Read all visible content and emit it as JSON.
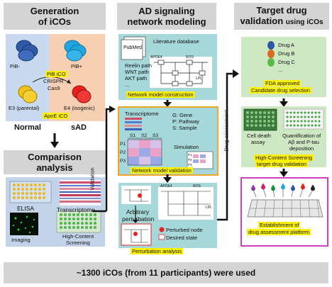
{
  "headers": {
    "col1_line1": "Generation",
    "col1_line2": "of iCOs",
    "col2_line1": "AD signaling",
    "col2_line2": "network modeling",
    "col3_line1": "Target drug",
    "col3_line2a": "validation ",
    "col3_line2b": "using iCOs",
    "comparison_line1": "Comparison",
    "comparison_line2": "analysis"
  },
  "generation": {
    "pib_minus": "PiB-",
    "pib_plus": "PiB+",
    "pib_ico": "PiB iCO",
    "crispr": "CRISPR",
    "cas9": "Cas9",
    "e3": "E3 (parental)",
    "e4": "E4 (isogenic)",
    "apoe_ico": "ApoE iCO",
    "normal": "Normal",
    "sad": "sAD",
    "colors": {
      "left_bg": "#c9d9ef",
      "right_bg": "#f7d0b4",
      "blue": "#2f5aa8",
      "cyan": "#1fa6e0",
      "yellow": "#f2c21b",
      "red": "#e8201e"
    }
  },
  "comparison": {
    "elisa": "ELISA",
    "transcriptome": "Transcriptome",
    "imaging": "Imaging",
    "hcs_line1": "High-Content",
    "hcs_line2": "Screening"
  },
  "network": {
    "pubmed": "PubMed",
    "literature": "Literature database",
    "paths": [
      "Reelin path",
      "WNT path",
      "AKT path",
      "..."
    ],
    "nodes": [
      "APOE4",
      "ROS",
      "LPL"
    ],
    "construction": "Network model construction",
    "transcriptome": "Transcriptome",
    "legend": [
      "G: Gene",
      "P: Pathway",
      "S: Sample"
    ],
    "s_cols": [
      "S1",
      "S2",
      "S3"
    ],
    "p_rows": [
      "P1",
      "P2",
      "P3"
    ],
    "simulation": "Simulation",
    "sim_rows": [
      "P1",
      "P2",
      "P3"
    ],
    "validation": "Network model validation",
    "arbitrary_line1": "Arbitrary",
    "arbitrary_line2": "perturbation",
    "perturbed_node": "Perturbed node",
    "desired_state": "Desired state",
    "perturbation": "Perturbation analysis",
    "colors": {
      "panel": "#a6d8d9",
      "border": "#f2a623"
    }
  },
  "target": {
    "drugs": [
      "Drug A",
      "Drug B",
      "Drug C",
      "..."
    ],
    "drug_colors": [
      "#2c57a7",
      "#d8691e",
      "#59b947"
    ],
    "fda_line1": "FDA approved",
    "fda_line2": "Candidate drug selection",
    "cell_death_line1": "Cell death",
    "cell_death_line2": "assay",
    "quant_line1": "Quantification of",
    "quant_line2": "Aβ and P-tau",
    "quant_line3": "deposition",
    "hcs_line1": "High-Content Screening",
    "hcs_line2": "target drug validation",
    "platform_line1": "Establishment of",
    "platform_line2": "drug assessment platform",
    "colors": {
      "panel": "#cfe8c4",
      "border": "#d23fc1"
    }
  },
  "arrows": {
    "validation": "Validation",
    "drug_assessment": "Drug assessment"
  },
  "footer": "~1300 iCOs (from 11 participants) were used"
}
